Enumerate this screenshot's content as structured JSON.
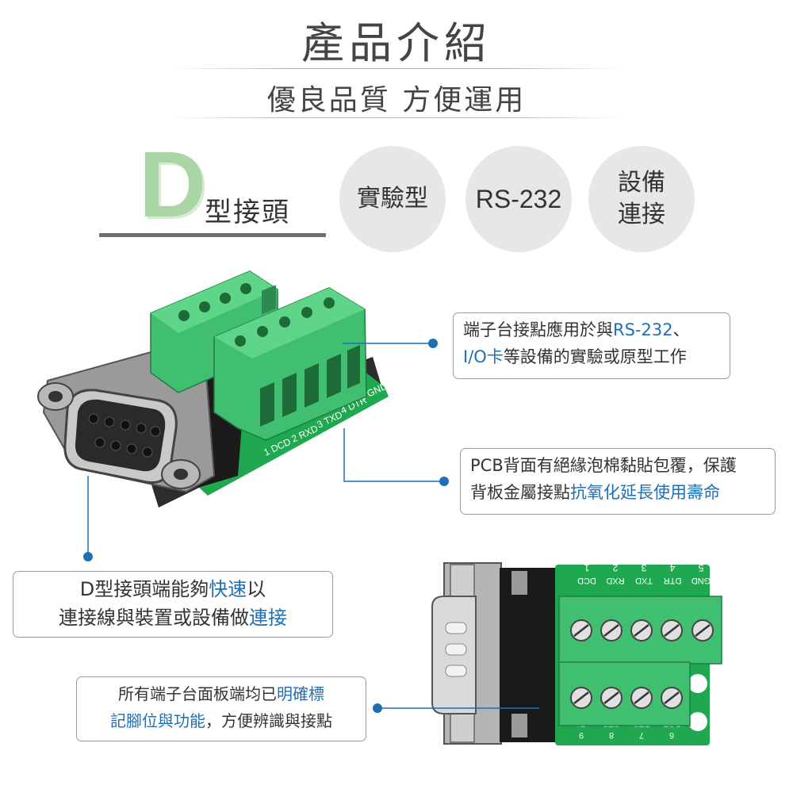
{
  "header": {
    "title": "產品介紹",
    "subtitle": "優良品質 方便運用"
  },
  "badge": {
    "letter": "D",
    "text": "型接頭"
  },
  "tags": [
    "實驗型",
    "RS-232",
    "設備\n連接"
  ],
  "callouts": {
    "c1": {
      "line1_pre": "端子台接點應用於與",
      "line1_hl": "RS-232",
      "line1_post": "、",
      "line2_hl": "I/O卡",
      "line2_post": "等設備的實驗或原型工作"
    },
    "c2": {
      "line1": "PCB背面有絕緣泡棉黏貼包覆，保護",
      "line2_pre": "背板金屬接點",
      "line2_hl": "抗氧化延長使用壽命"
    },
    "c3": {
      "line1_pre": "D型接頭端能夠",
      "line1_hl": "快速",
      "line1_post": "以",
      "line2_pre": "連接線與裝置或設備做",
      "line2_hl": "連接"
    },
    "c4": {
      "line1_pre": "所有端子台面板端均已",
      "line1_hl": "明確標",
      "line2_hl": "記腳位與功能",
      "line2_post": "，方便辨識與接點"
    }
  },
  "pcb_top_labels": [
    "1",
    "2",
    "3",
    "4",
    "5"
  ],
  "pcb_top_signals": [
    "DCD",
    "RXD",
    "TXD",
    "DTR",
    "GND"
  ],
  "pcb_bottom_labels": [
    "9",
    "8",
    "7",
    "6"
  ],
  "pcb_bottom_signals": [
    "RI",
    "CTS",
    "RTS",
    "DSR"
  ],
  "colors": {
    "accent_blue": "#1f6fb3",
    "terminal_green": "#3fbf6f",
    "pcb_green": "#1fa84f",
    "badge_green": "#a9d6a4",
    "circle_gray": "#e7e7e7"
  }
}
